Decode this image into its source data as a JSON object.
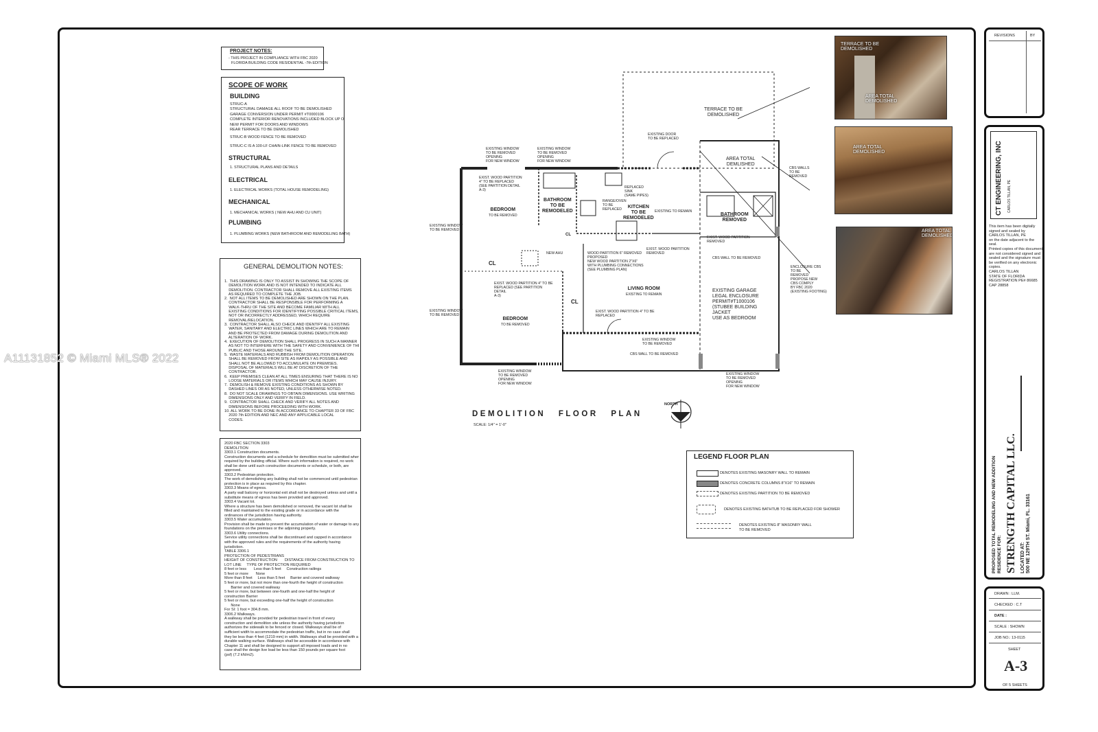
{
  "watermark": "A11131852 © Miami MLS® 2022",
  "project_notes": {
    "title": "PROJECT NOTES:",
    "lines": [
      "- THIS PROJECT IN COMPLIANCE WITH FBC 2020",
      "FLORIDA BUILDING CODE RESIDENTIAL -7th EDITION"
    ]
  },
  "scope": {
    "title": "SCOPE OF WORK",
    "building": "BUILDING",
    "building_lines": [
      "STRUC-A",
      "STRUCTURAL DAMAGE ALL ROOF TO BE DEMOLISHED",
      "GARAGE CONVERSION UNDER PERMIT #T0000106",
      "COMPLETE INTERIOR RENOVATIONS INCLUDED BLOCK UP OPENINGS",
      "NEW PERMIT FOR DOORS AND WINDOWS",
      "REAR TERRACE TO BE DEMOLISHED"
    ],
    "struc_b": "STRUC-B WOOD FENCE TO BE REMOVED",
    "struc_c": "STRUC-C IS A 100-LF CHAIN-LINK FENCE TO BE REMOVED",
    "structural": "STRUCTURAL",
    "structural_line": "1. STRUCTURAL PLANS AND DETAILS",
    "electrical": "ELECTRICAL",
    "electrical_line": "1. ELECTRICAL WORKS (TOTAL HOUSE REMODELING)",
    "mechanical": "MECHANICAL",
    "mechanical_line": "1. MECHANICAL WORKS ( NEW AHU AND CU UNIT)",
    "plumbing": "PLUMBING",
    "plumbing_line": "1. PLUMBING WORKS (NEW BATHROOM AND REMODELING BATH)"
  },
  "demo_notes": {
    "title": "GENERAL DEMOLITION NOTES:",
    "lines": [
      "1.  THIS DRAWING IS ONLY TO ASSIST IN SHOWING THE SCOPE OF",
      "    DEMOLITION WORK AND IS NOT INTENDED TO INDICATE ALL",
      "    DEMOLITION. CONTRACTOR SHALL REMOVE ALL EXISTING ITEMS",
      "    AS REQUIRED TO COMPLETE THE JOB.",
      "2.  NOT ALL ITEMS TO BE DEMOLISHED ARE SHOWN ON THE PLAN.",
      "    CONTRACTOR SHALL BE RESPONSIBLE FOR PERFORMING A",
      "    WALK-THRU OF THE SITE AND BECOME FAMILIAR WITH ALL",
      "    EXISTING CONDITIONS FOR IDENTIFYING POSSIBLE CRITICAL ITEMS,",
      "    NOT OR INCORRECTLY ADDRESSED, WHICH REQUIRE",
      "    REMOVAL/RELOCATION.",
      "3.  CONTRACTOR SHALL ALSO CHECK AND IDENTIFY ALL EXISTING",
      "    WATER, SANITARY AND ELECTRIC LINES WHICH ARE TO REMAIN",
      "    AND BE PROTECTED FROM DAMAGE DURING DEMOLITION AND",
      "    ALTERATION OF WORK.",
      "4.  EXECUTION OF DEMOLITION SHALL PROGRESS IN SUCH A MANNER",
      "    AS NOT TO INTERFERE WITH THE SAFETY AND CONVENIENCE OF THE",
      "    PUBLIC AND THOSE AROUND THE SITE.",
      "5.  WASTE MATERIALS AND RUBBISH FROM DEMOLITION OPERATION",
      "    SHALL BE REMOVED FROM SITE AS RAPIDLY AS POSSIBLE AND",
      "    SHALL NOT BE ALLOWED TO ACCUMULATE ON PREMISES.",
      "    DISPOSAL OF MATERIALS WILL BE AT DISCRETION OF THE",
      "    CONTRACTOR.",
      "6.  KEEP PREMISES CLEAN AT ALL TIMES ENSURING THAT THERE IS NO",
      "    LOOSE MATERIALS OR ITEMS WHICH MAY CAUSE INJURY.",
      "7.  DEMOLISH & REMOVE EXISTING CONDITIONS AS SHOWN BY",
      "    DASHED LINES OR AS NOTED, UNLESS OTHERWISE NOTED.",
      "8.  DO NOT SCALE DRAWINGS TO OBTAIN DIMENSIONS. USE WRITING",
      "    DIMENSIONS ONLY AND VERIFY IN FIELD.",
      "9.  CONTRACTOR SHALL CHECK AND VERIFY ALL NOTES AND",
      "    DIMENSIONS BEFORE PROCEEDING WITH WORK.",
      "10. ALL WORK TO BE DONE IN ACCORDANCE TO CHAPTER 33 OF FBC",
      "    2020 7th EDITION AND NEC AND ANY APPLICABLE LOCAL",
      "    CODES."
    ]
  },
  "fbc": {
    "lines": [
      "2020 FBC SECTION 3303",
      "DEMOLITION",
      "3303.1 Construction documents.",
      "Construction documents and a schedule for demolition must be submitted when",
      "required by the building official. Where such information is required, no work",
      "shall be done until such construction documents or schedule, or both, are",
      "approved.",
      "3303.2 Pedestrian protection.",
      "The work of demolishing any building shall not be commenced until pedestrian",
      "protection is in place as required by this chapter.",
      "3303.3 Means of egress.",
      "A party wall balcony or horizontal exit shall not be destroyed unless and until a",
      "substitute means of egress has been provided and approved.",
      "3303.4 Vacant lot.",
      "Where a structure has been demolished or removed, the vacant lot shall be",
      "filled and maintained to the existing grade or in accordance with the",
      "ordinances of the jurisdiction having authority.",
      "3303.5 Water accumulation.",
      "Provision shall be made to prevent the accumulation of water or damage to any",
      "foundations on the premises or the adjoining property.",
      "3303.6 Utility connections.",
      "Service utility connections shall be discontinued and capped in accordance",
      "with the approved rules and the requirements of the authority having",
      "jurisdiction.",
      "",
      "TABLE 3306.1",
      "PROTECTION OF PEDESTRIANS",
      "",
      "HEIGHT OF CONSTRUCTION       DISTANCE FROM CONSTRUCTION TO",
      "LOT LINE     TYPE OF PROTECTION REQUIRED",
      "8 feet or less       Less than 5 feet     Construction railings",
      "5 feet or more       None",
      "More than 8 feet     Less than 5 feet     Barrier and covered walkway",
      "5 feet or more, but not more than one-fourth the height of construction",
      "      Barrier and covered walkway",
      "5 feet or more, but between one-fourth and one-half the height of",
      "construction Barrier",
      "5 feet or more, but exceeding one-half the height of construction",
      "      None",
      "For SI: 1 foot = 304.8 mm.",
      "3306.2 Walkways.",
      "A walkway shall be provided for pedestrian travel in front of every",
      "construction and demolition site unless the authority having jurisdiction",
      "authorizes the sidewalk to be fenced or closed. Walkways shall be of",
      "sufficient width to accommodate the pedestrian traffic, but in no case shall",
      "they be less than 4 feet (1219 mm) in width. Walkways shall be provided with a",
      "durable walking surface. Walkways shall be accessible in accordance with",
      "Chapter 11 and shall be designed to support all imposed loads and in no",
      "case shall the design live load be less than 150 pounds per square foot",
      "(psf) (7.2 kN/m2)."
    ]
  },
  "plan": {
    "title": "DEMOLITION  FLOOR  PLAN",
    "scale": "SCALE: 1/4\" = 1'-0\"",
    "north": "NORTH",
    "rooms": {
      "bedroom1": "BEDROOM",
      "bedroom1_sub": "TO BE REMOVED",
      "bedroom2": "BEDROOM",
      "bedroom2_sub": "TO BE REMOVED",
      "bath1": "BATHROOM\nTO BE\nREMODELED",
      "kitchen": "KITCHEN\nTO BE\nREMODELED",
      "living": "LIVING ROOM",
      "living_sub": "EXISTING TO REMAIN",
      "bath2": "BATHROOM\nREMOVED",
      "garage": "EXISTING GARAGE\nLEGAL ENCLOSURE\nPERMIT#T1000106\n(STUBEE BUILDING\nJACKET\nUSE AS BEDROOM",
      "terrace": "TERRACE TO BE\nDEMOLISHED",
      "area_total": "AREA TOTAL\nDEMLISHED",
      "cl": "CL"
    },
    "notes": {
      "n1": "EXISTING WINDOW\nTO BE REMOVED\nOPENING\nFOR NEW WINDOW",
      "n2": "EXISTING WINDOW\nTO BE REMOVED\nOPENING\nFOR NEW WINDOW",
      "n3": "EXIST. WOOD PARTITION\n4\" TO BE REPLACED\n(SEE PARTITION DETAIL\nA-3)",
      "n4": "EXISTING WINDOW\nTO BE REMOVED",
      "n5": "REPLACED\nSINK\n(SAME PIPES)",
      "n6": "RANGE/OVEN\nTO BE\nREPLACED",
      "n7": "EXISTING DOOR\nTO BE REPLACED",
      "n8": "EXISTING TO REMAIN",
      "n9": "CBS WALLS\nTO BE\nREMOVED",
      "n10": "NEW AHU",
      "n11": "WOOD PARTITION 6\" REMOVED\nPROPOSED\nNEW WOOD PARTITION 2\"X6\"\nWITH PLUMBING CONNECTIONS\n(SEE PLUMBING PLAN)",
      "n12": "EXIST. WOOD PARTITION\nREMOVED",
      "n13": "EXIST. WOOD PARTITION\nREMOVED",
      "n14": "CBS WALL TO BE REMOVED",
      "n15": "EXIST. WOOD PARTITION 4\" TO BE\nREPLACED (SEE PARTITION\nDETAIL\nA-3)",
      "n16": "ENCLOSURE CBS\nTO BE\nREMOVED\nPROPOSE NEW\nCBS COMPLY\nBY FBC 2020\n(EXISTING FOOTING)",
      "n17": "EXISTING WINDOW\nTO BE REMOVED",
      "n18": "EXIST. WOOD PARTITION 4\" TO BE\nREPLACED",
      "n19": "EXISTING WINDOW\nTO BE REMOVED",
      "n20": "CBS WALL TO BE REMOVED",
      "n21": "EXISTING WINDOW\nTO BE REMOVED\nOPENING\nFOR NEW WINDOW",
      "n22": "EXISTING WINDOW\nTO BE REMOVED\nOPENING\nFOR NEW WINDOW"
    }
  },
  "legend": {
    "title": "LEGEND FLOOR PLAN",
    "items": [
      "DENOTES EXISTING MASONRY WALL TO REMAIN",
      "DENOTES CONCRETE COLUMNS 8\"X16\" TO REMAIN",
      "DENOTES EXISTING PARTITION TO BE REMOVED",
      "DENOTES EXISTING BATHTUB TO BE REPLACED FOR SHOWER",
      "DENOTES EXISTING 8\" MASONRY WALL\nTO BE REMOVED"
    ]
  },
  "photos": {
    "p1_a": "TERRACE TO BE\nDEMOLISHED",
    "p1_b": "AREA TOTAL\nDEMOLISHED",
    "p2_a": "AREA TOTAL\nDEMOLISHED",
    "p3_a": "AREA TOTAL\nDEMOLISHED"
  },
  "titleblock": {
    "revisions": "REVISIONS",
    "by": "BY",
    "firm": "CT ENGINEERING, INC",
    "engineer": "CARLOS TILLAN, PE",
    "digital_note": [
      "This item has been digitally",
      "signed and sealed by",
      "CARLOS TILLAN, PE",
      "on the date adjacent to the",
      "seal.",
      "Printed copies of this document",
      "are not considered signed and",
      "sealed and the signature must",
      "be verified on any electronic",
      "copies.",
      "CARLOS TILLAN",
      "STATE OF FLORIDA",
      "REGISTRATION  PE# 86685",
      "CAP 28858"
    ],
    "project_line1": "PROPOSED TOTAL REMODELING AND NEW ADDITION",
    "project_line2": "RESIDENCE FOR:",
    "client": "STRENGTH CAPITAL LLC.",
    "located": "LOCATED AT:",
    "address": "500 NE 129TH ST. Miami, FL. 33161",
    "drawn": "DRAWN :  LLM.",
    "checked": "CHECKED :  C.T",
    "date": "DATE :",
    "scale": "SCALE :  SHOWN",
    "job": "JOB NO.: 13-0115",
    "sheet_label": "SHEET",
    "sheet": "A-3",
    "of": "OF 5 SHEETS"
  }
}
